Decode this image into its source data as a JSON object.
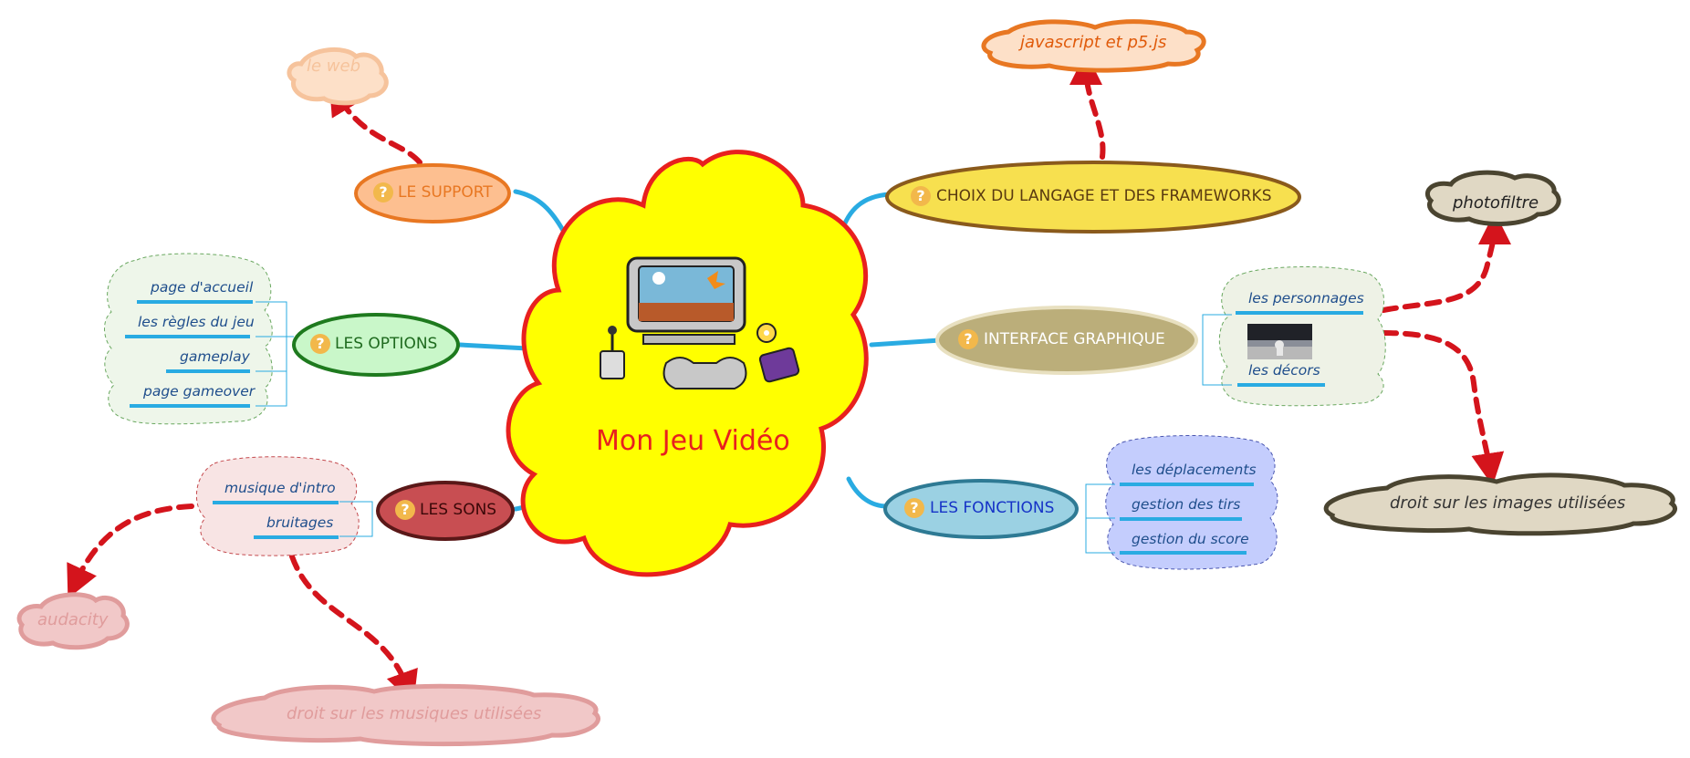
{
  "center": {
    "title": "Mon Jeu Vidéo"
  },
  "icon_label": "?",
  "branches": {
    "support": {
      "label": "LE SUPPORT",
      "color": "#e87722"
    },
    "choix": {
      "label": "CHOIX DU LANGAGE ET DES FRAMEWORKS",
      "color": "#8a5a1c"
    },
    "options": {
      "label": "LES OPTIONS",
      "color": "#1e7a1e",
      "items": [
        "page d'accueil",
        "les règles du jeu",
        "gameplay",
        "page gameover"
      ]
    },
    "interface": {
      "label": "INTERFACE GRAPHIQUE",
      "color": "#ffffff",
      "items": [
        "les personnages",
        "les décors"
      ]
    },
    "sons": {
      "label": "LES SONS",
      "color": "#4a1010",
      "items": [
        "musique d'intro",
        "bruitages"
      ]
    },
    "fonctions": {
      "label": "LES FONCTIONS",
      "color": "#1633c7",
      "items": [
        "les déplacements",
        "gestion des tirs",
        "gestion du score"
      ]
    }
  },
  "clouds": {
    "le_web": "le web",
    "javascript": "javascript et p5.js",
    "photofiltre": "photofiltre",
    "droit_images": "droit sur les images utilisées",
    "audacity": "audacity",
    "droit_musiques": "droit sur les musiques utilisées"
  }
}
